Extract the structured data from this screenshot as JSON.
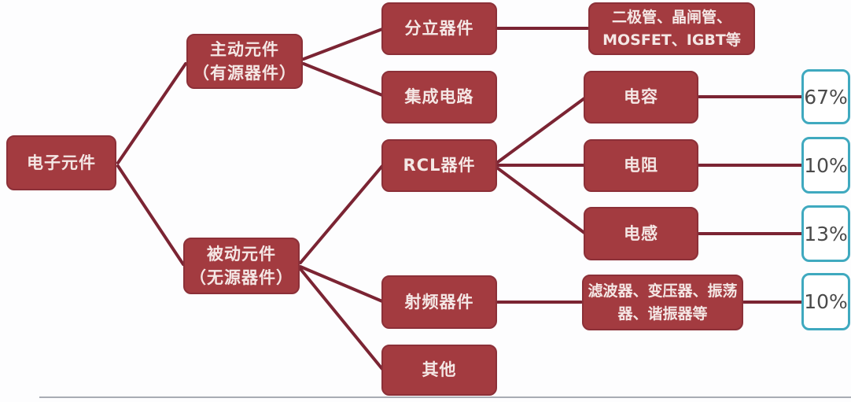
{
  "colors": {
    "node_fill": "#a33b40",
    "node_border": "#8c3038",
    "node_text": "#f4e7e5",
    "connector": "#7b2433",
    "percent_border": "#3fa9bf",
    "percent_fill": "#ffffff",
    "percent_text": "#4a4a4a",
    "background": "#fdfdfe",
    "bottom_divider": "#a9adb4"
  },
  "tree": {
    "root": {
      "label": "电子元件"
    },
    "branches": [
      {
        "label": "主动元件\n（有源器件）",
        "children": [
          {
            "label": "分立器件",
            "detail": "二极管、晶闸管、\nMOSFET、IGBT等"
          },
          {
            "label": "集成电路"
          }
        ]
      },
      {
        "label": "被动元件\n（无源器件）",
        "children": [
          {
            "label": "RCL器件",
            "children": [
              {
                "label": "电容",
                "percent": "67%"
              },
              {
                "label": "电阻",
                "percent": "10%"
              },
              {
                "label": "电感",
                "percent": "13%"
              }
            ]
          },
          {
            "label": "射频器件",
            "detail": "滤波器、变压器、振荡\n器、谐振器等",
            "percent": "10%"
          },
          {
            "label": "其他"
          }
        ]
      }
    ]
  }
}
